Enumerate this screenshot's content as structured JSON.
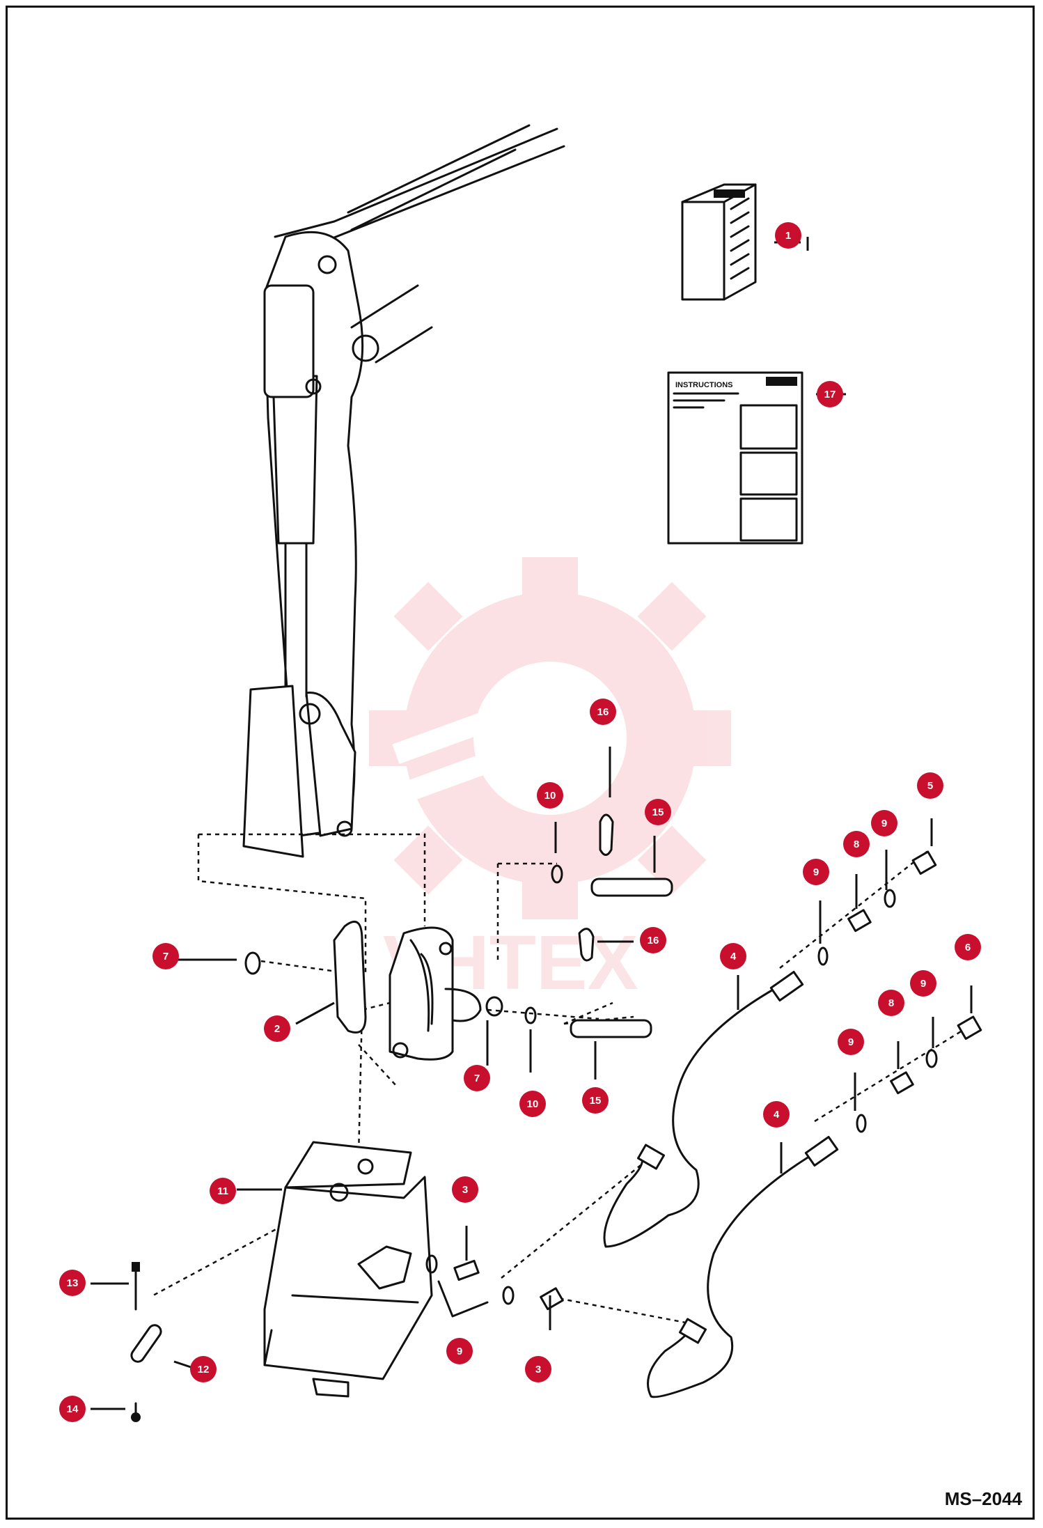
{
  "drawing": {
    "number": "MS–2044",
    "watermark_text": "VHTEX",
    "colors": {
      "callout": "#c8102e",
      "line": "#111111",
      "watermark": "#e94a55"
    }
  },
  "instruction_sheet": {
    "heading": "INSTRUCTIONS"
  },
  "callouts": [
    {
      "id": "c1",
      "label": "1"
    },
    {
      "id": "c17",
      "label": "17"
    },
    {
      "id": "c16a",
      "label": "16"
    },
    {
      "id": "c10a",
      "label": "10"
    },
    {
      "id": "c15a",
      "label": "15"
    },
    {
      "id": "c5",
      "label": "5"
    },
    {
      "id": "c9a",
      "label": "9"
    },
    {
      "id": "c8a",
      "label": "8"
    },
    {
      "id": "c9b",
      "label": "9"
    },
    {
      "id": "c6",
      "label": "6"
    },
    {
      "id": "c9c",
      "label": "9"
    },
    {
      "id": "c8b",
      "label": "8"
    },
    {
      "id": "c7a",
      "label": "7"
    },
    {
      "id": "c16b",
      "label": "16"
    },
    {
      "id": "c4a",
      "label": "4"
    },
    {
      "id": "c9d",
      "label": "9"
    },
    {
      "id": "c2",
      "label": "2"
    },
    {
      "id": "c7b",
      "label": "7"
    },
    {
      "id": "c10b",
      "label": "10"
    },
    {
      "id": "c15b",
      "label": "15"
    },
    {
      "id": "c4b",
      "label": "4"
    },
    {
      "id": "c11",
      "label": "11"
    },
    {
      "id": "c3a",
      "label": "3"
    },
    {
      "id": "c13",
      "label": "13"
    },
    {
      "id": "c12",
      "label": "12"
    },
    {
      "id": "c9e",
      "label": "9"
    },
    {
      "id": "c3b",
      "label": "3"
    },
    {
      "id": "c14",
      "label": "14"
    }
  ]
}
